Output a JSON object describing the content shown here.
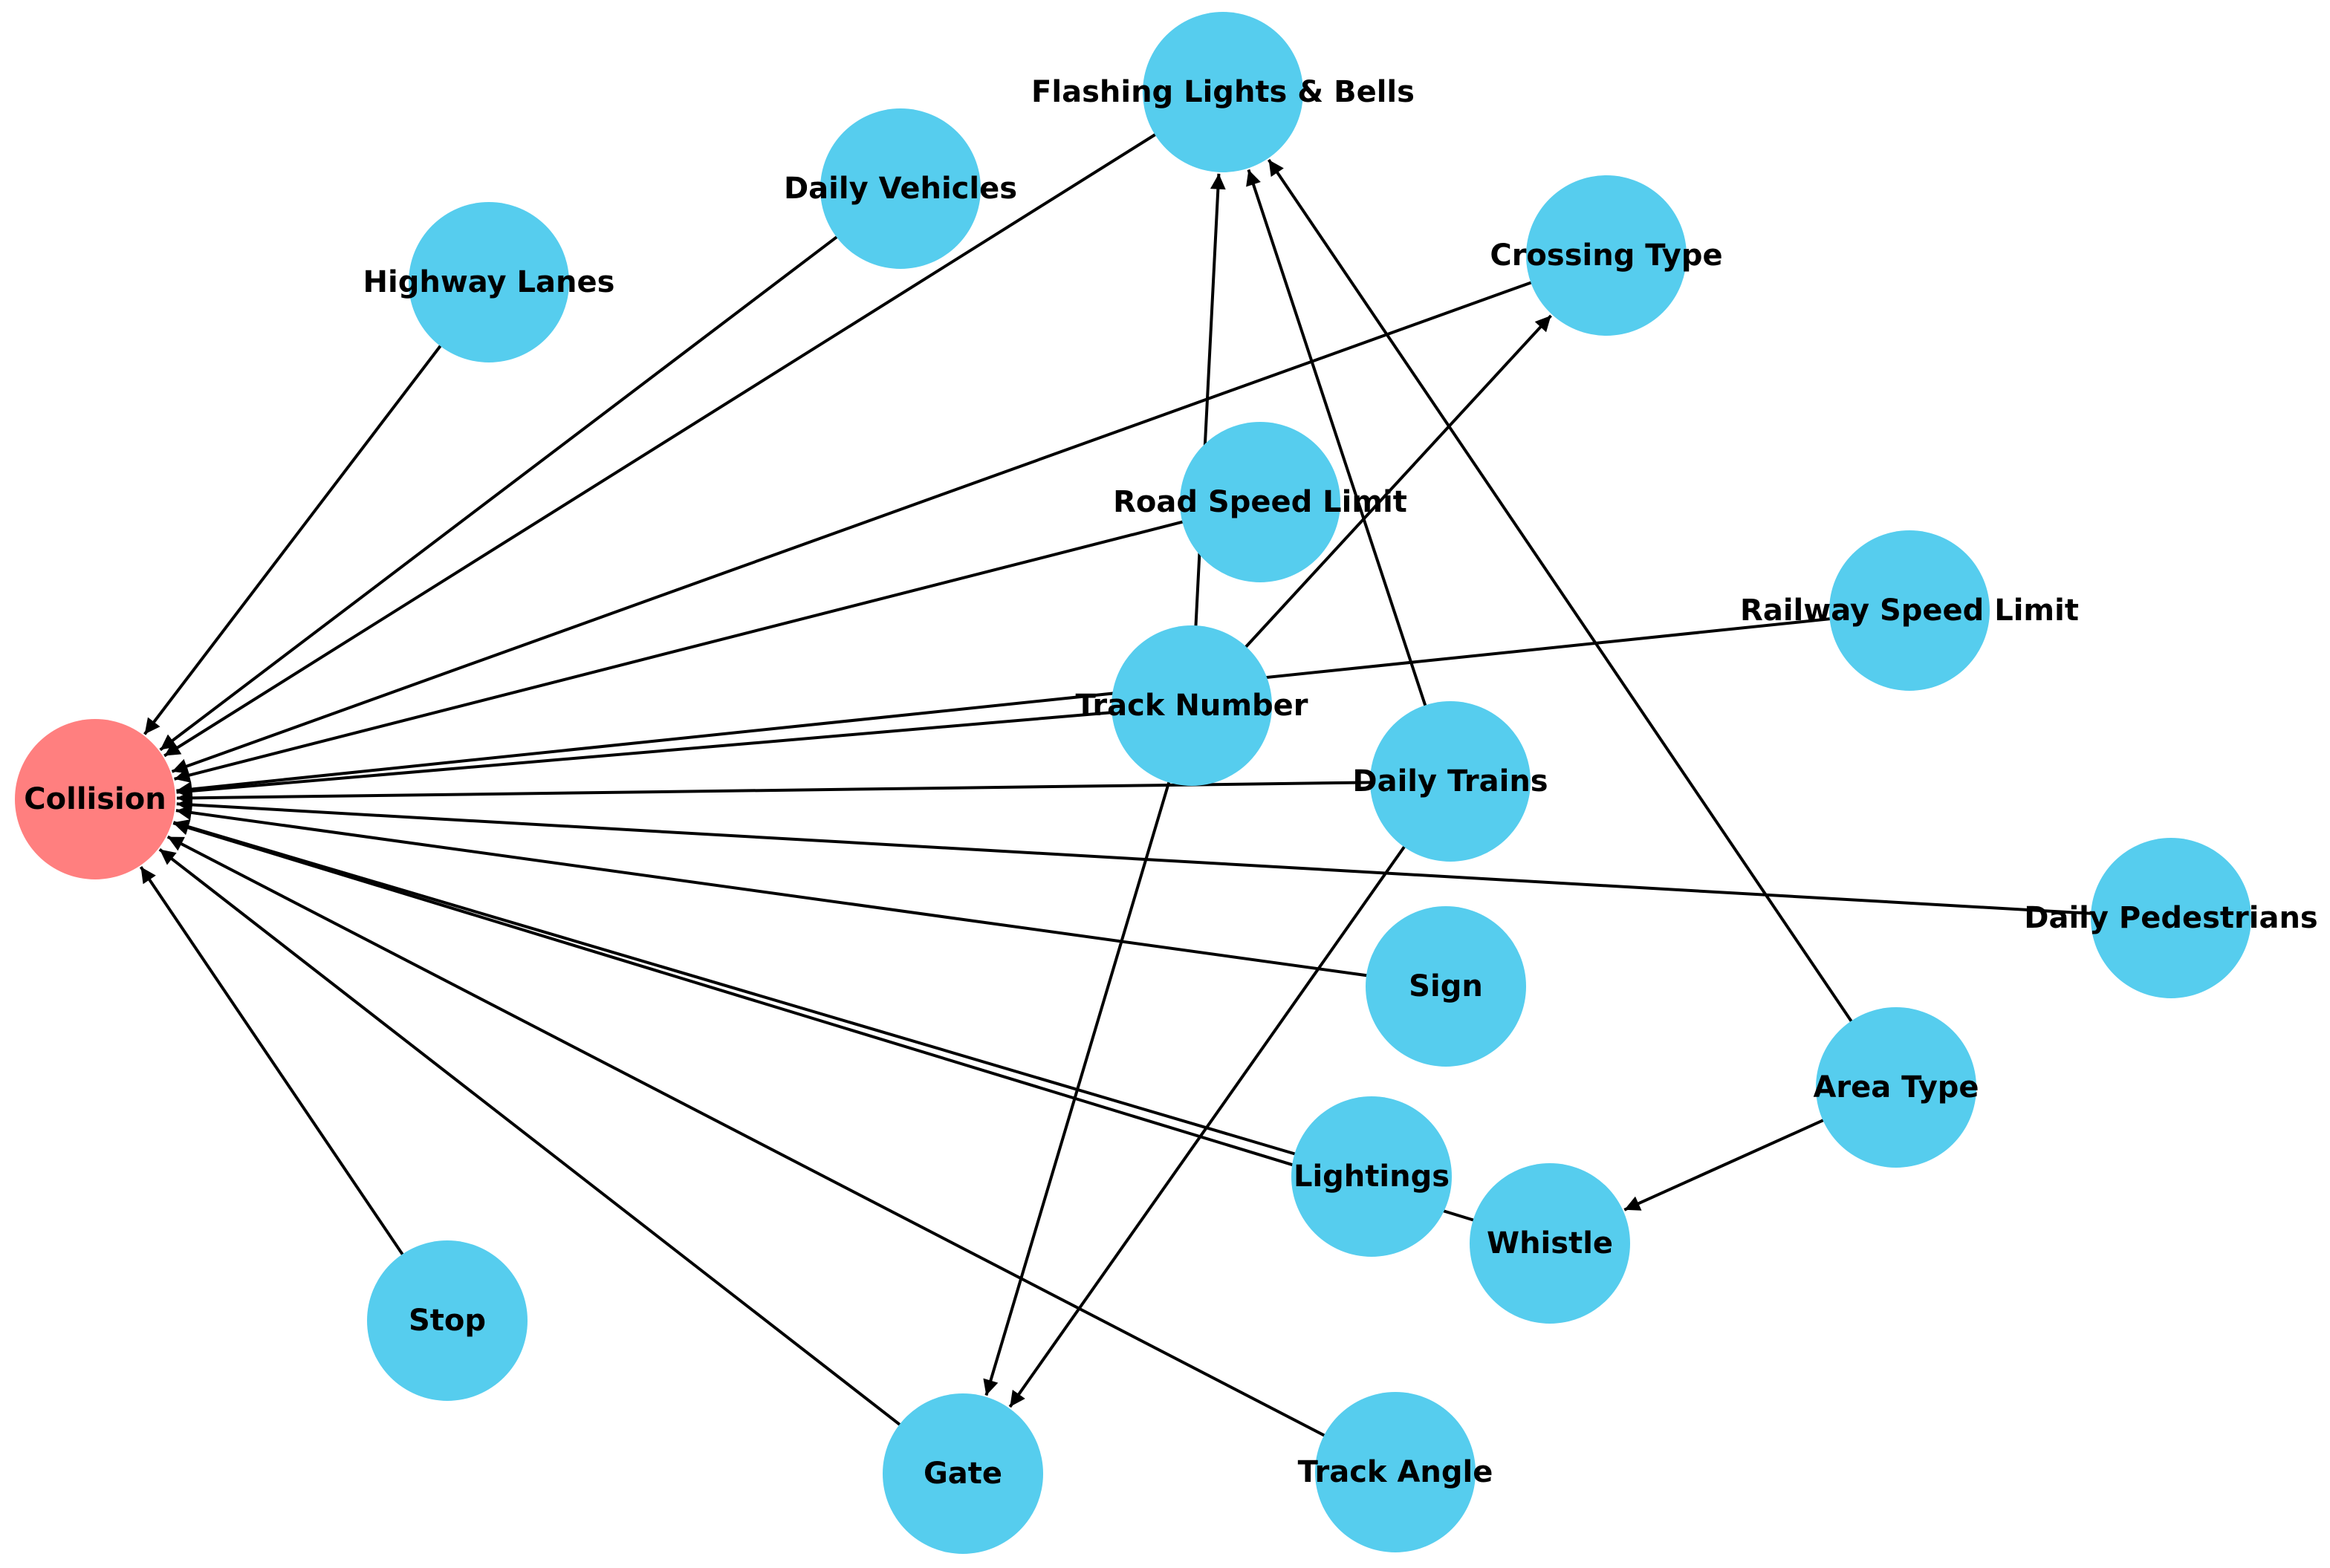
{
  "colors": {
    "target": "#FF7F7F",
    "node": "#56CDEE",
    "edge": "#000000"
  },
  "nodes": [
    {
      "id": "collision",
      "label": "Collision",
      "role": "target"
    },
    {
      "id": "flashing",
      "label": "Flashing Lights & Bells",
      "role": "node"
    },
    {
      "id": "daily_vehicles",
      "label": "Daily Vehicles",
      "role": "node"
    },
    {
      "id": "highway_lanes",
      "label": "Highway Lanes",
      "role": "node"
    },
    {
      "id": "crossing_type",
      "label": "Crossing Type",
      "role": "node"
    },
    {
      "id": "road_speed",
      "label": "Road Speed Limit",
      "role": "node"
    },
    {
      "id": "railway_speed",
      "label": "Railway Speed Limit",
      "role": "node"
    },
    {
      "id": "track_number",
      "label": "Track Number",
      "role": "node"
    },
    {
      "id": "daily_trains",
      "label": "Daily Trains",
      "role": "node"
    },
    {
      "id": "daily_pedestrians",
      "label": "Daily Pedestrians",
      "role": "node"
    },
    {
      "id": "sign",
      "label": "Sign",
      "role": "node"
    },
    {
      "id": "area_type",
      "label": "Area Type",
      "role": "node"
    },
    {
      "id": "lightings",
      "label": "Lightings",
      "role": "node"
    },
    {
      "id": "whistle",
      "label": "Whistle",
      "role": "node"
    },
    {
      "id": "stop",
      "label": "Stop",
      "role": "node"
    },
    {
      "id": "gate",
      "label": "Gate",
      "role": "node"
    },
    {
      "id": "track_angle",
      "label": "Track Angle",
      "role": "node"
    }
  ],
  "edges": [
    {
      "from": "flashing",
      "to": "collision"
    },
    {
      "from": "daily_vehicles",
      "to": "collision"
    },
    {
      "from": "highway_lanes",
      "to": "collision"
    },
    {
      "from": "crossing_type",
      "to": "collision"
    },
    {
      "from": "road_speed",
      "to": "collision"
    },
    {
      "from": "railway_speed",
      "to": "collision"
    },
    {
      "from": "track_number",
      "to": "collision"
    },
    {
      "from": "daily_trains",
      "to": "collision"
    },
    {
      "from": "daily_pedestrians",
      "to": "collision"
    },
    {
      "from": "sign",
      "to": "collision"
    },
    {
      "from": "lightings",
      "to": "collision"
    },
    {
      "from": "whistle",
      "to": "collision"
    },
    {
      "from": "stop",
      "to": "collision"
    },
    {
      "from": "gate",
      "to": "collision"
    },
    {
      "from": "track_angle",
      "to": "collision"
    },
    {
      "from": "track_number",
      "to": "flashing"
    },
    {
      "from": "track_number",
      "to": "crossing_type"
    },
    {
      "from": "track_number",
      "to": "gate"
    },
    {
      "from": "daily_trains",
      "to": "flashing"
    },
    {
      "from": "daily_trains",
      "to": "gate"
    },
    {
      "from": "area_type",
      "to": "flashing"
    },
    {
      "from": "area_type",
      "to": "whistle"
    }
  ]
}
